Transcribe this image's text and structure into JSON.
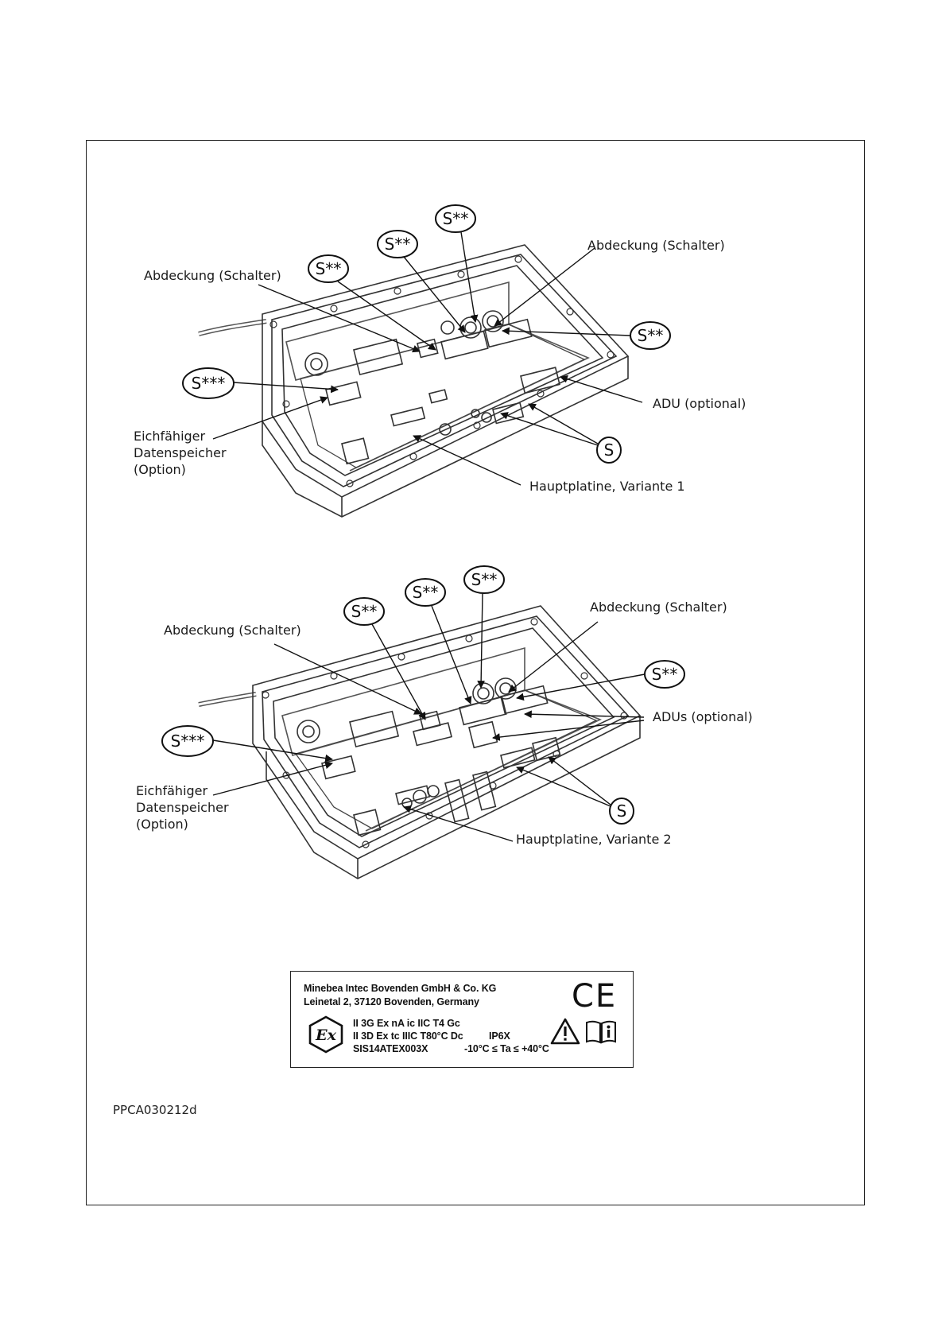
{
  "diagram_1": {
    "labels": {
      "cover_left": "Abdeckung (Schalter)",
      "cover_right": "Abdeckung (Schalter)",
      "memory_line1": "Eichfähiger",
      "memory_line2": "Datenspeicher",
      "memory_line3": "(Option)",
      "adu": "ADU (optional)",
      "mainboard": "Hauptplatine, Variante 1"
    },
    "seals": [
      "S**",
      "S**",
      "S**",
      "S**",
      "S***",
      "S"
    ]
  },
  "diagram_2": {
    "labels": {
      "cover_left": "Abdeckung (Schalter)",
      "cover_right": "Abdeckung (Schalter)",
      "memory_line1": "Eichfähiger",
      "memory_line2": "Datenspeicher",
      "memory_line3": "(Option)",
      "adu": "ADUs (optional)",
      "mainboard": "Hauptplatine, Variante 2"
    },
    "seals": [
      "S**",
      "S**",
      "S**",
      "S**",
      "S***",
      "S"
    ]
  },
  "nameplate": {
    "company": "Minebea Intec Bovenden GmbH & Co. KG",
    "address": "Leinetal 2, 37120 Bovenden, Germany",
    "marking_gas": "II 3G Ex nA ic IIC T4 Gc",
    "marking_dust": "II 3D Ex tc IIIC T80°C Dc",
    "ip_rating": "IP6X",
    "certificate": "SIS14ATEX003X",
    "temperature": "-10°C ≤ Ta ≤ +40°C",
    "ce_mark": "CE",
    "ex_mark": "Ex",
    "icons": [
      "ce-mark-icon",
      "ex-mark-icon",
      "warning-triangle-icon",
      "manual-info-icon"
    ]
  },
  "document_code": "PPCA030212d"
}
